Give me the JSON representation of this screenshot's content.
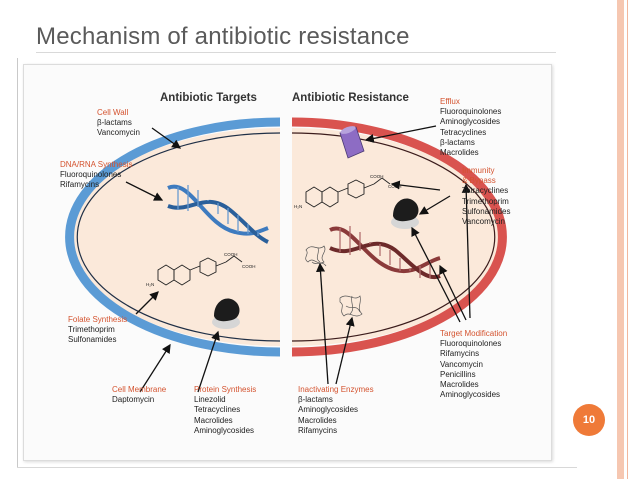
{
  "slide": {
    "title": "Mechanism of antibiotic resistance",
    "page_number": "10"
  },
  "figure": {
    "left_header": "Antibiotic Targets",
    "right_header": "Antibiotic Resistance",
    "colors": {
      "left_membrane": "#5b9bd5",
      "right_membrane": "#d9534f",
      "cell_fill": "#fbe9da",
      "label_heading": "#d4532f",
      "badge": "#ef7a38"
    },
    "left_labels": {
      "cell_wall": {
        "heading": "Cell Wall",
        "items": [
          "β-lactams",
          "Vancomycin"
        ]
      },
      "dna_rna": {
        "heading": "DNA/RNA Synthesis",
        "items": [
          "Fluoroquinolones",
          "Rifamycins"
        ]
      },
      "folate": {
        "heading": "Folate Synthesis",
        "items": [
          "Trimethoprim",
          "Sulfonamides"
        ]
      },
      "cell_membrane": {
        "heading": "Cell Membrane",
        "items": [
          "Daptomycin"
        ]
      },
      "protein": {
        "heading": "Protein Synthesis",
        "items": [
          "Linezolid",
          "Tetracyclines",
          "Macrolides",
          "Aminoglycosides"
        ]
      }
    },
    "right_labels": {
      "efflux": {
        "heading": "Efflux",
        "items": [
          "Fluoroquinolones",
          "Aminoglycosides",
          "Tetracyclines",
          "β-lactams",
          "Macrolides"
        ]
      },
      "immunity": {
        "heading": "Immunity",
        "heading2": "& Bypass",
        "items": [
          "Tetracyclines",
          "Trimethoprim",
          "Sulfonamides",
          "Vancomycin"
        ]
      },
      "target_mod": {
        "heading": "Target Modification",
        "items": [
          "Fluoroquinolones",
          "Rifamycins",
          "Vancomycin",
          "Penicillins",
          "Macrolides",
          "Aminoglycosides"
        ]
      },
      "inactivating": {
        "heading": "Inactivating Enzymes",
        "items": [
          "β-lactams",
          "Aminoglycosides",
          "Macrolides",
          "Rifamycins"
        ]
      }
    },
    "molecule_labels": {
      "cooh": "COOH",
      "h2n": "H₂N"
    }
  }
}
